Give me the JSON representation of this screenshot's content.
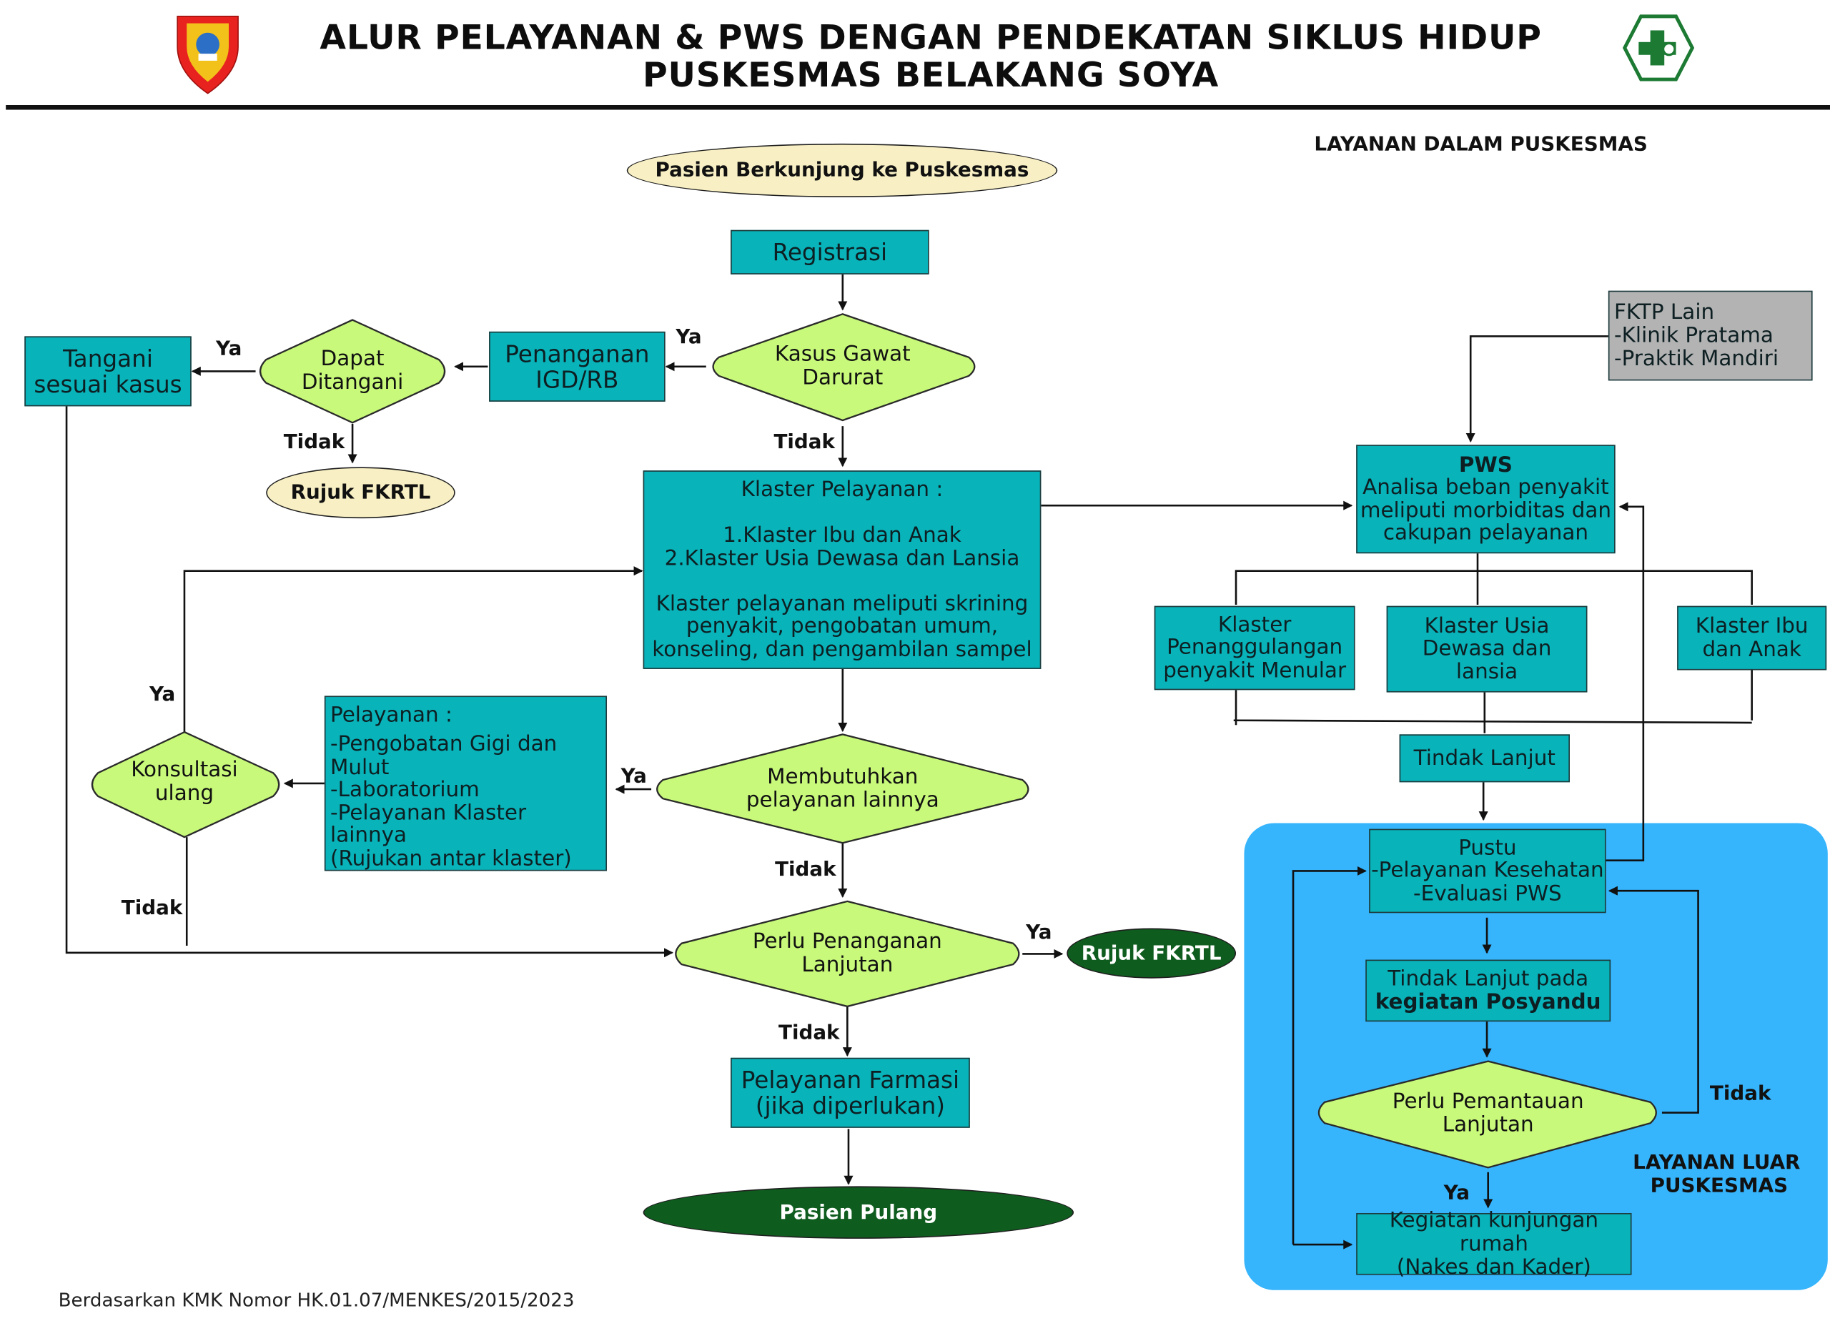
{
  "header": {
    "title_line1": "ALUR PELAYANAN & PWS DENGAN PENDEKATAN SIKLUS HIDUP",
    "title_line2": "PUSKESMAS BELAKANG SOYA"
  },
  "sections": {
    "inside": "LAYANAN  DALAM PUSKESMAS",
    "outside_line1": "LAYANAN LUAR",
    "outside_line2": "PUSKESMAS"
  },
  "nodes": {
    "start": "Pasien Berkunjung ke Puskesmas",
    "registrasi": "Registrasi",
    "kasus_gawat": [
      "Kasus Gawat",
      "Darurat"
    ],
    "igd": [
      "Penanganan",
      "IGD/RB"
    ],
    "dapat_ditangani": [
      "Dapat",
      "Ditangani"
    ],
    "tangani": [
      "Tangani",
      "sesuai kasus"
    ],
    "rujuk_1": "Rujuk FKRTL",
    "klaster": [
      "Klaster Pelayanan :",
      "",
      "1.Klaster Ibu dan Anak",
      "2.Klaster Usia Dewasa dan Lansia",
      "",
      "Klaster pelayanan meliputi skrining",
      "penyakit, pengobatan umum,",
      "konseling, dan pengambilan sampel"
    ],
    "pelayanan": [
      "Pelayanan :",
      "",
      "-Pengobatan Gigi dan",
      "Mulut",
      "-Laboratorium",
      "-Pelayanan Klaster lainnya",
      "(Rujukan antar klaster)"
    ],
    "konsultasi": [
      "Konsultasi",
      "ulang"
    ],
    "membutuhkan": [
      "Membutuhkan",
      "pelayanan lainnya"
    ],
    "perlu_penanganan": [
      "Perlu Penanganan",
      "Lanjutan"
    ],
    "rujuk_2": "Rujuk FKRTL",
    "farmasi": [
      "Pelayanan Farmasi",
      "(jika diperlukan)"
    ],
    "pulang": "Pasien Pulang",
    "fktp": [
      "FKTP Lain",
      "-Klinik Pratama",
      "-Praktik Mandiri"
    ],
    "pws": [
      "PWS",
      "Analisa beban penyakit",
      "meliputi morbiditas dan",
      "cakupan pelayanan"
    ],
    "klaster_menular": [
      "Klaster",
      "Penanggulangan",
      "penyakit Menular"
    ],
    "klaster_dewasa": [
      "Klaster Usia",
      "Dewasa dan",
      "lansia"
    ],
    "klaster_ibu": [
      "Klaster Ibu",
      "dan Anak"
    ],
    "tindak_lanjut": "Tindak Lanjut",
    "pustu": [
      "Pustu",
      "-Pelayanan Kesehatan",
      "-Evaluasi PWS"
    ],
    "posyandu": [
      "Tindak Lanjut pada",
      "kegiatan Posyandu"
    ],
    "pemantauan": [
      "Perlu Pemantauan",
      "Lanjutan"
    ],
    "kunjungan": [
      "Kegiatan kunjungan rumah",
      "(Nakes dan Kader)"
    ]
  },
  "edge_labels": {
    "ya_gawat": "Ya",
    "tidak_gawat": "Tidak",
    "ya_dapat": "Ya",
    "tidak_dapat": "Tidak",
    "ya_konsultasi": "Ya",
    "tidak_konsultasi": "Tidak",
    "ya_membutuhkan": "Ya",
    "tidak_membutuhkan": "Tidak",
    "ya_perlu": "Ya",
    "tidak_perlu": "Tidak",
    "tidak_pemantauan": "Tidak",
    "ya_pemantauan": "Ya"
  },
  "footer": "Berdasarkan KMK Nomor HK.01.07/MENKES/2015/2023",
  "colors": {
    "box_fill": "#09b3ba",
    "diamond_fill": "#c8f97a",
    "cream_oval": "#f8f0c4",
    "dark_oval": "#0f5c1f",
    "outside_panel": "#36b4fc",
    "gray_box": "#b3b3b3"
  },
  "icons": [
    "city-emblem-icon",
    "puskesmas-logo-icon"
  ]
}
